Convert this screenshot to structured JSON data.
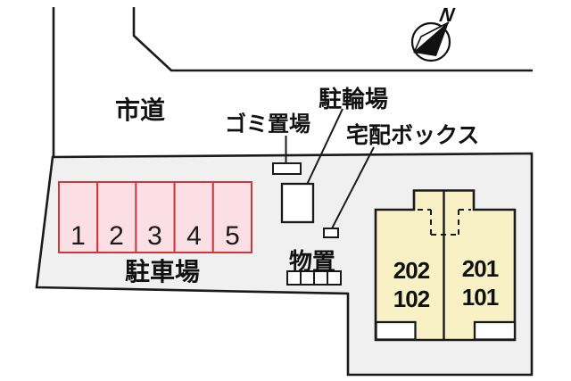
{
  "road": {
    "label": "市道"
  },
  "compass": {
    "north_label": "N"
  },
  "facilities": {
    "garbage": {
      "label": "ゴミ置場"
    },
    "bicycle": {
      "label": "駐輪場"
    },
    "delivery_box": {
      "label": "宅配ボックス"
    },
    "storage": {
      "label": "物置"
    }
  },
  "parking": {
    "label": "駐車場",
    "stalls": [
      "1",
      "2",
      "3",
      "4",
      "5"
    ]
  },
  "building": {
    "left_unit_lines": [
      "202",
      "102"
    ],
    "right_unit_lines": [
      "201",
      "101"
    ]
  },
  "colors": {
    "site_fill": "#f0f0f0",
    "stall_fill": "#fbdfe5",
    "stall_border": "#c93a3f",
    "building_fill": "#f8f1c6",
    "line": "#1a1a1a"
  }
}
